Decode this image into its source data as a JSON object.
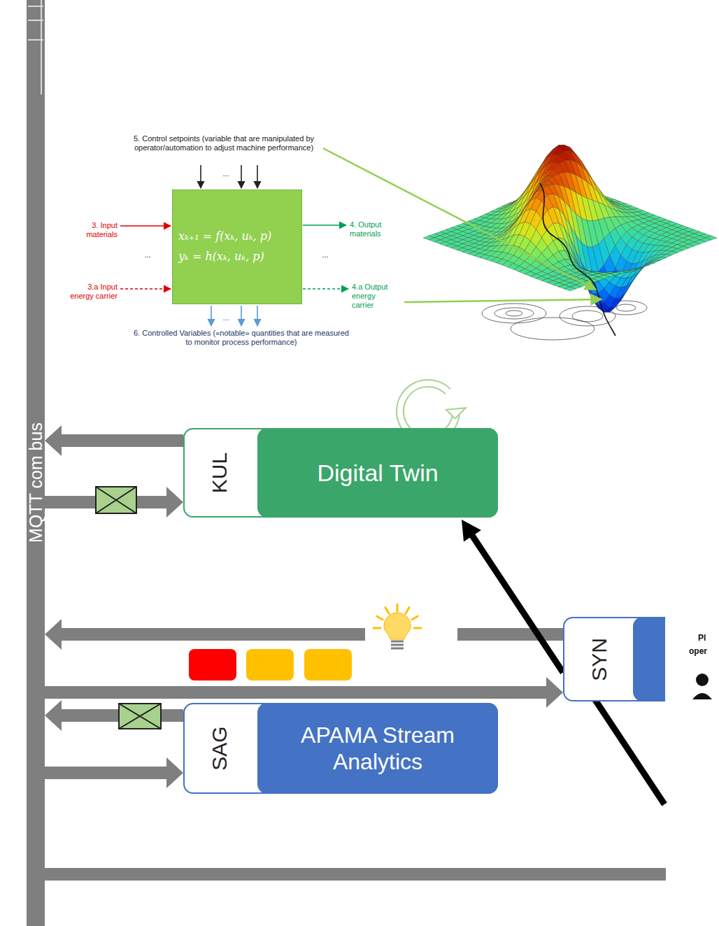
{
  "diagram": {
    "nodes": [
      {
        "text": [
          "MQTT com bus"
        ]
      },
      {
        "text": [
          "xₖ₊₁ = f(xₖ, uₖ, p)",
          "yₖ = h(xₖ, uₖ, p)"
        ]
      },
      {
        "text": [
          "KUL"
        ]
      },
      {
        "text": [
          "Digital Twin"
        ],
        "in": 2
      },
      {
        "text": [
          "SYN"
        ]
      },
      {
        "text": [
          "SAG"
        ]
      },
      {
        "text": [
          "APAMA Stream Analytics"
        ],
        "in": 5
      }
    ],
    "edges": [
      {
        "from": 2,
        "to": 0,
        "arrow": "to"
      },
      {
        "from": 0,
        "to": 2,
        "arrow": "to"
      },
      {
        "from": 4,
        "to": 0,
        "arrow": "to"
      },
      {
        "from": 0,
        "to": 4,
        "arrow": "to"
      },
      {
        "from": 5,
        "to": 0,
        "arrow": "to"
      },
      {
        "from": 0,
        "to": 5,
        "arrow": "to"
      },
      {
        "from": 4,
        "to": 3,
        "arrow": "to"
      }
    ],
    "labels": [
      "5. Control setpoints (variable that are manipulated by operator/automation to adjust machine performance)",
      "...",
      "3. Input materials",
      "...",
      "3.a Input energy carrier",
      "4. Output materials",
      "...",
      "4.a Output energy carrier",
      "...",
      "6. Controlled Variables («notable» quantities that are measured to monitor process performance)",
      "Pl",
      "oper"
    ]
  }
}
